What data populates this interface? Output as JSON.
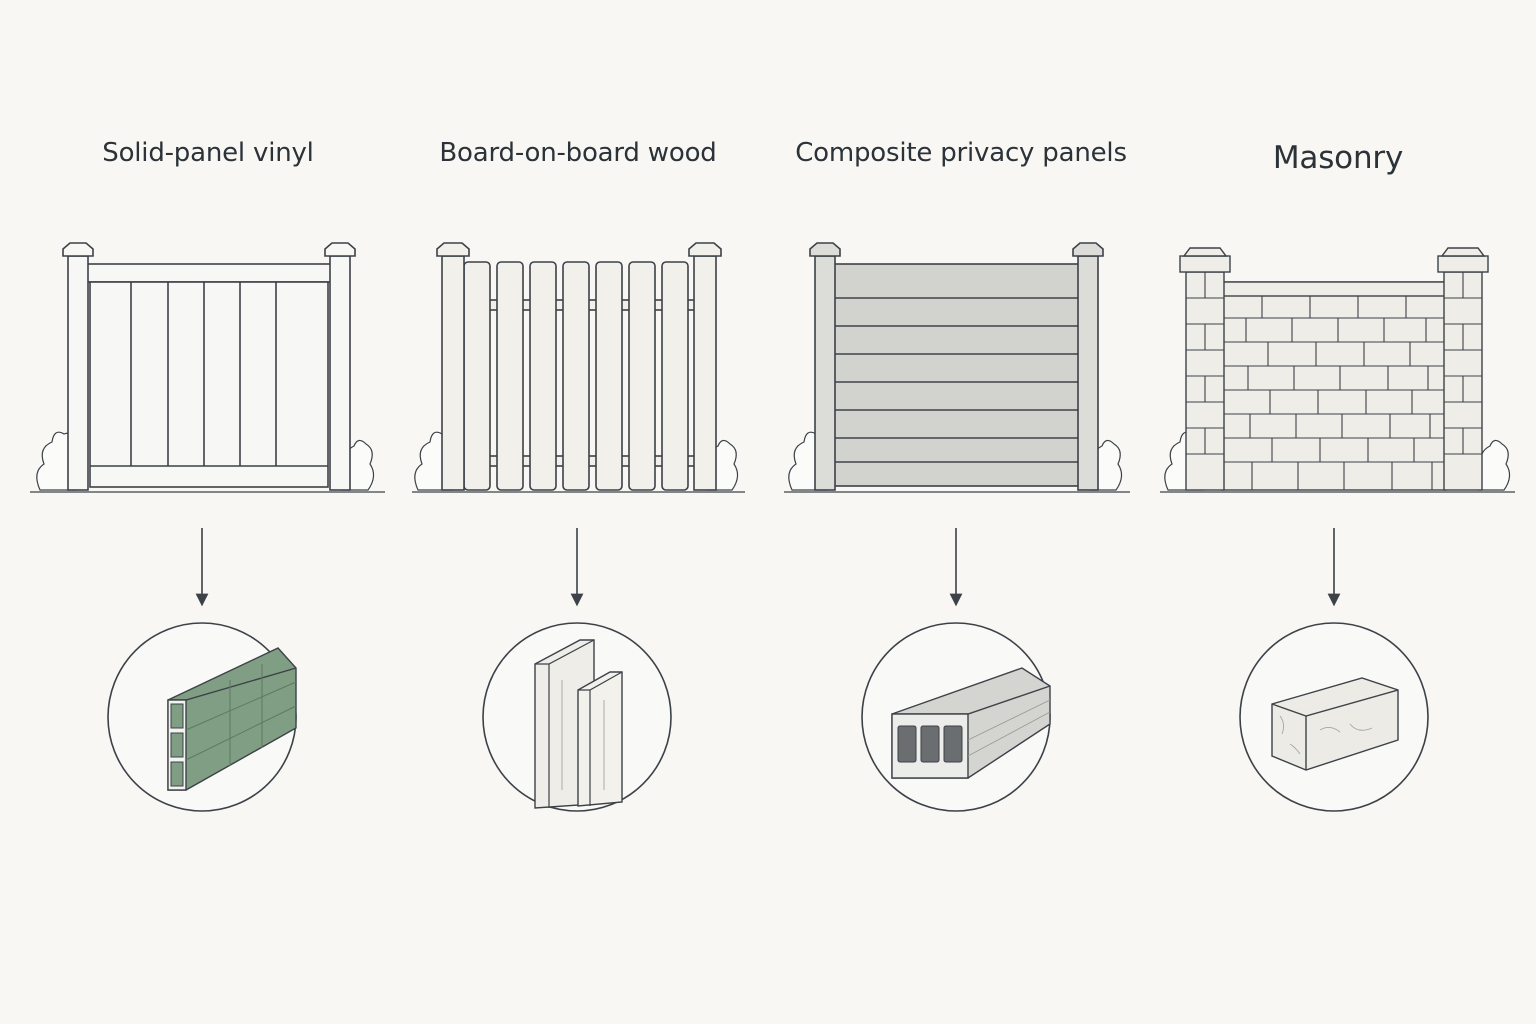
{
  "fence_types": [
    {
      "id": "vinyl",
      "label": "Solid-panel vinyl",
      "detail_color": "#7f9e83"
    },
    {
      "id": "wood",
      "label": "Board-on-board wood",
      "detail_color": "#eeede8"
    },
    {
      "id": "composite",
      "label": "Composite privacy panels",
      "detail_color": "#d4d4d1"
    },
    {
      "id": "masonry",
      "label": "Masonry",
      "detail_color": "#ecebe6"
    }
  ],
  "colors": {
    "background": "#f8f7f4",
    "ink": "#2b3238",
    "line": "#3c4248",
    "vinyl_fill": "#f7f7f5",
    "wood_fill": "#f1f0eb",
    "composite_fill": "#d2d2cf",
    "stone_fill": "#eeede8"
  }
}
